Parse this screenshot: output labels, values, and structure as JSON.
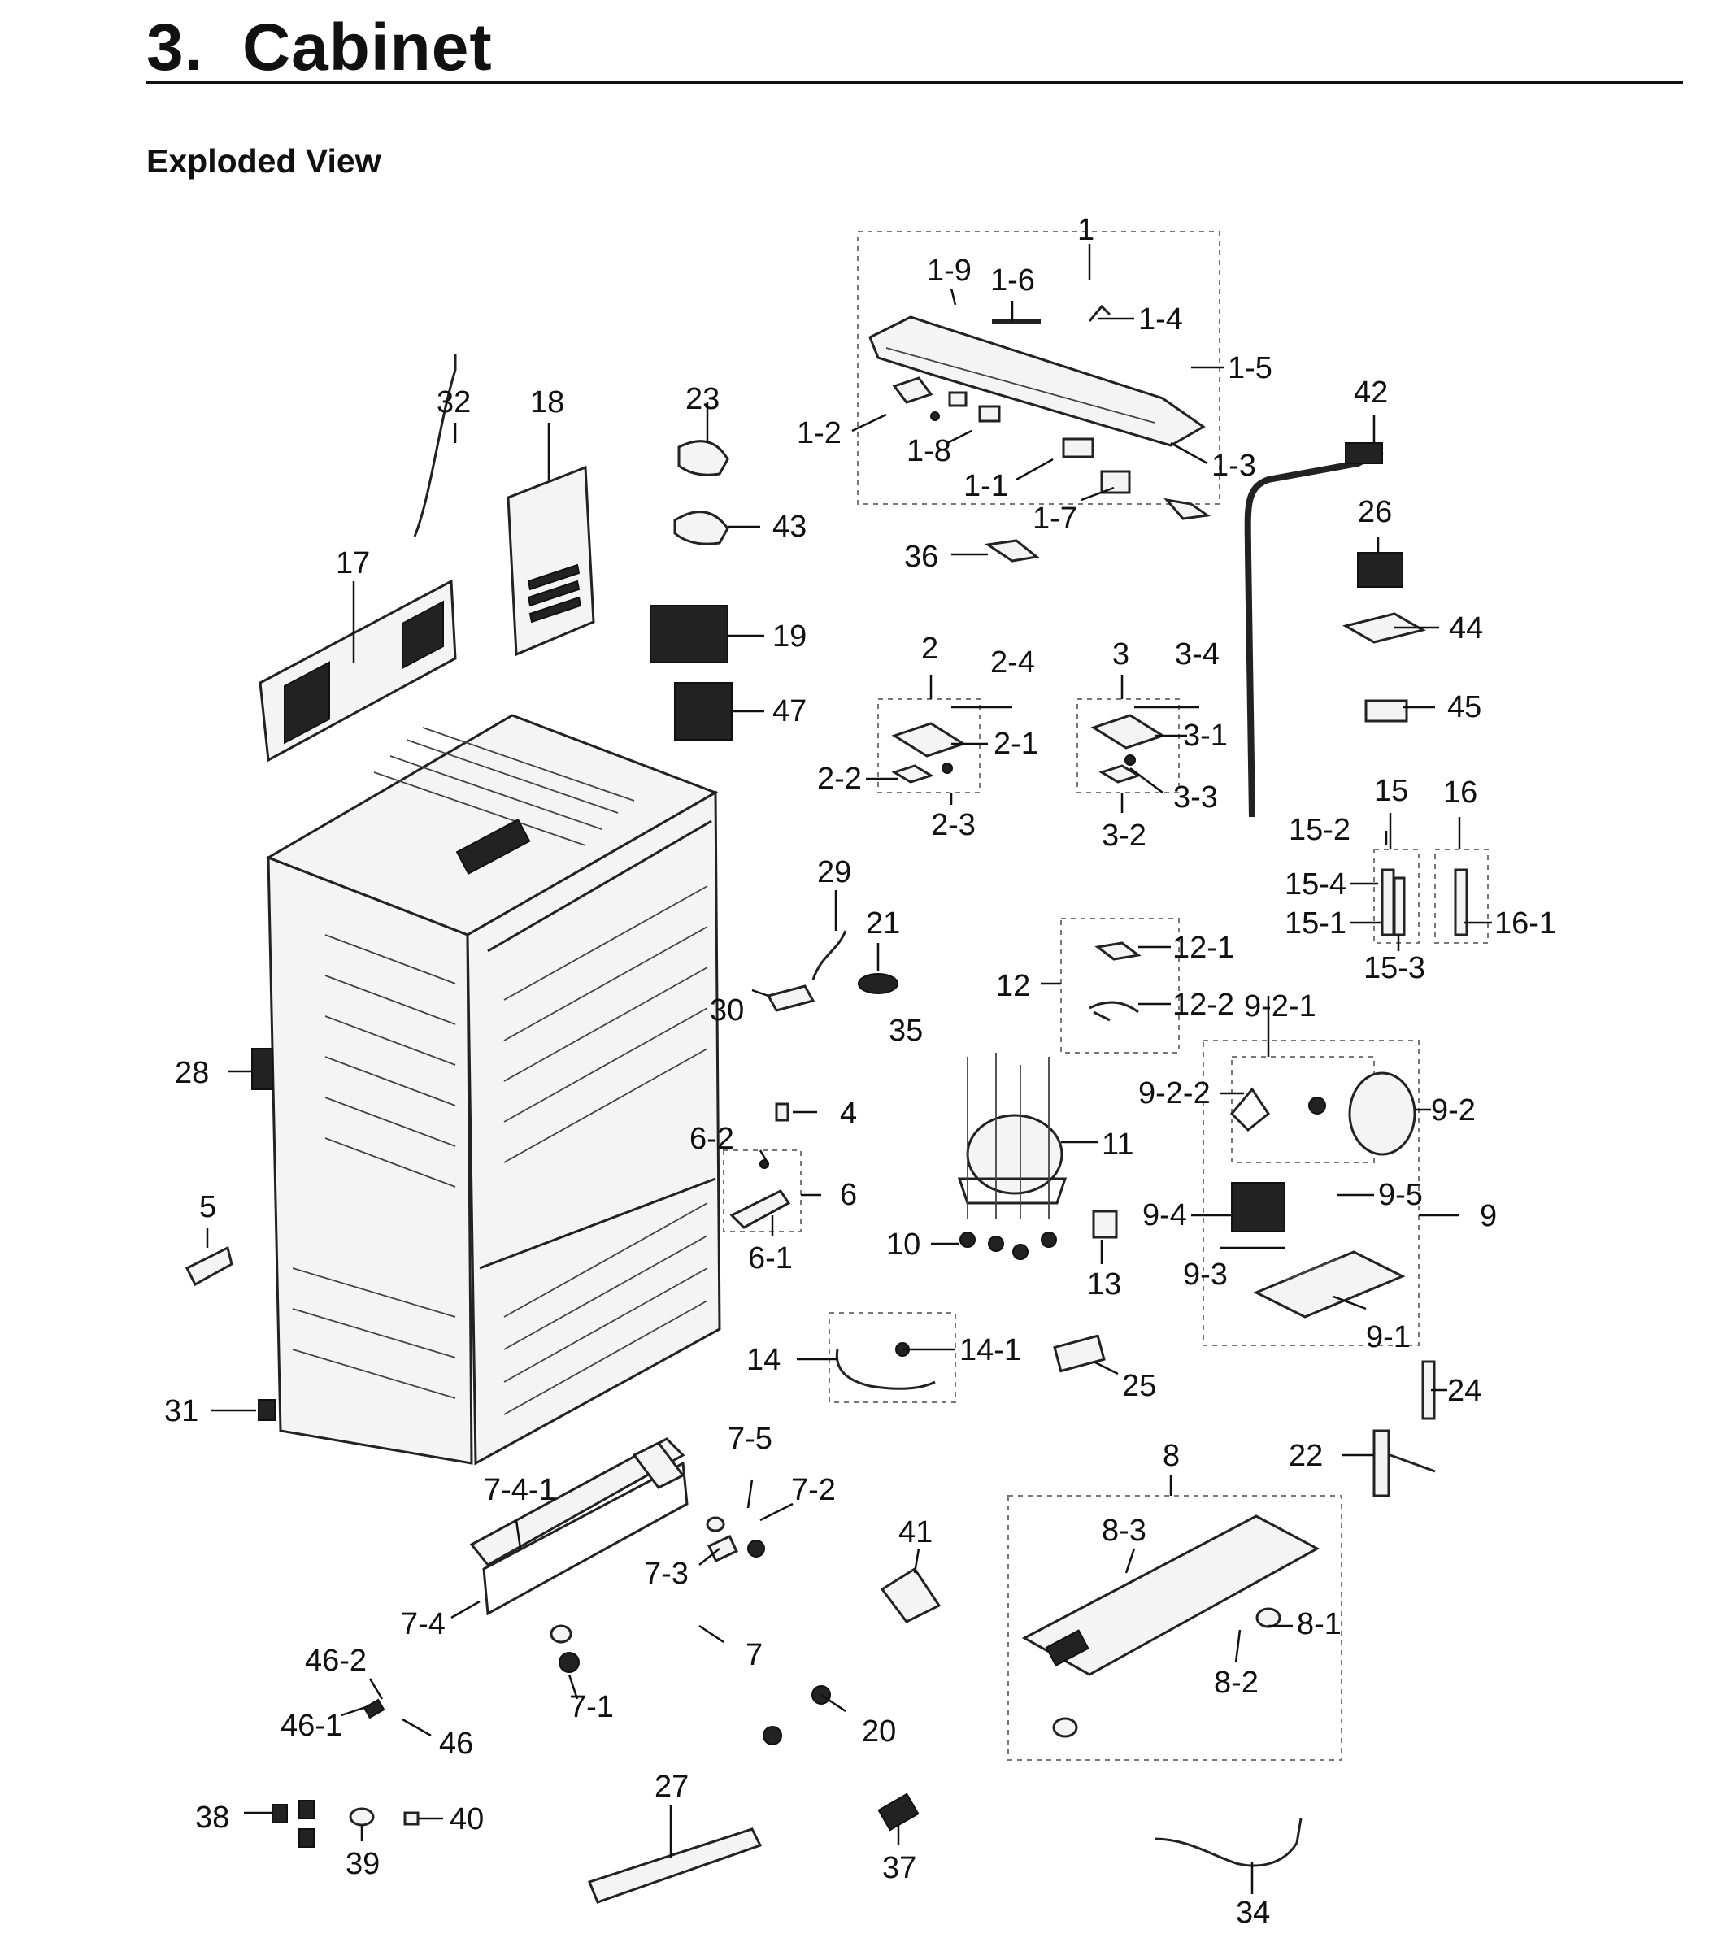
{
  "header": {
    "section_title": "3.  Cabinet",
    "view_title": "Exploded View"
  },
  "callouts": [
    "1",
    "1-9",
    "1-6",
    "1-4",
    "1-5",
    "1-2",
    "1-8",
    "1-3",
    "1-1",
    "1-7",
    "32",
    "18",
    "23",
    "43",
    "17",
    "19",
    "47",
    "36",
    "42",
    "26",
    "44",
    "45",
    "2",
    "2-4",
    "2-1",
    "2-2",
    "2-3",
    "3",
    "3-4",
    "3-1",
    "3-3",
    "3-2",
    "15",
    "15-2",
    "15-4",
    "15-1",
    "15-3",
    "16",
    "16-1",
    "29",
    "21",
    "30",
    "12",
    "12-1",
    "12-2",
    "35",
    "28",
    "4",
    "11",
    "9-2-1",
    "9-2-2",
    "9-2",
    "6-2",
    "6",
    "6-1",
    "5",
    "10",
    "13",
    "9-4",
    "9-5",
    "9",
    "9-3",
    "9-1",
    "14",
    "14-1",
    "25",
    "24",
    "31",
    "22",
    "8",
    "8-3",
    "7-4-1",
    "7-5",
    "7-2",
    "41",
    "7-3",
    "7-4",
    "7",
    "8-1",
    "8-2",
    "46-2",
    "7-1",
    "46-1",
    "46",
    "20",
    "27",
    "38",
    "40",
    "39",
    "37",
    "34"
  ]
}
